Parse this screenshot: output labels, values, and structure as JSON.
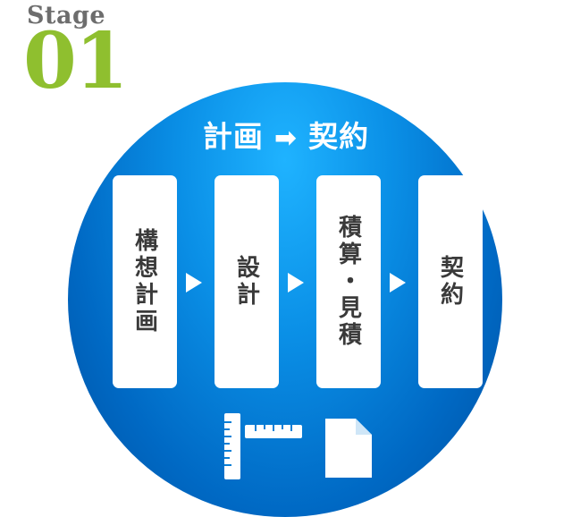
{
  "stage": {
    "label": "Stage",
    "number": "01"
  },
  "heading": {
    "from": "計画",
    "arrow": "➡",
    "to": "契約"
  },
  "steps": [
    {
      "label": "構想計画"
    },
    {
      "label": "設計"
    },
    {
      "label": "積算・見積"
    },
    {
      "label": "契約"
    }
  ],
  "icons": [
    "ruler-icon",
    "document-icon"
  ],
  "colors": {
    "stage_number": "#8fbf2f",
    "circle": "#0a8fe6",
    "card": "#ffffff",
    "text": "#3a3a3a"
  }
}
